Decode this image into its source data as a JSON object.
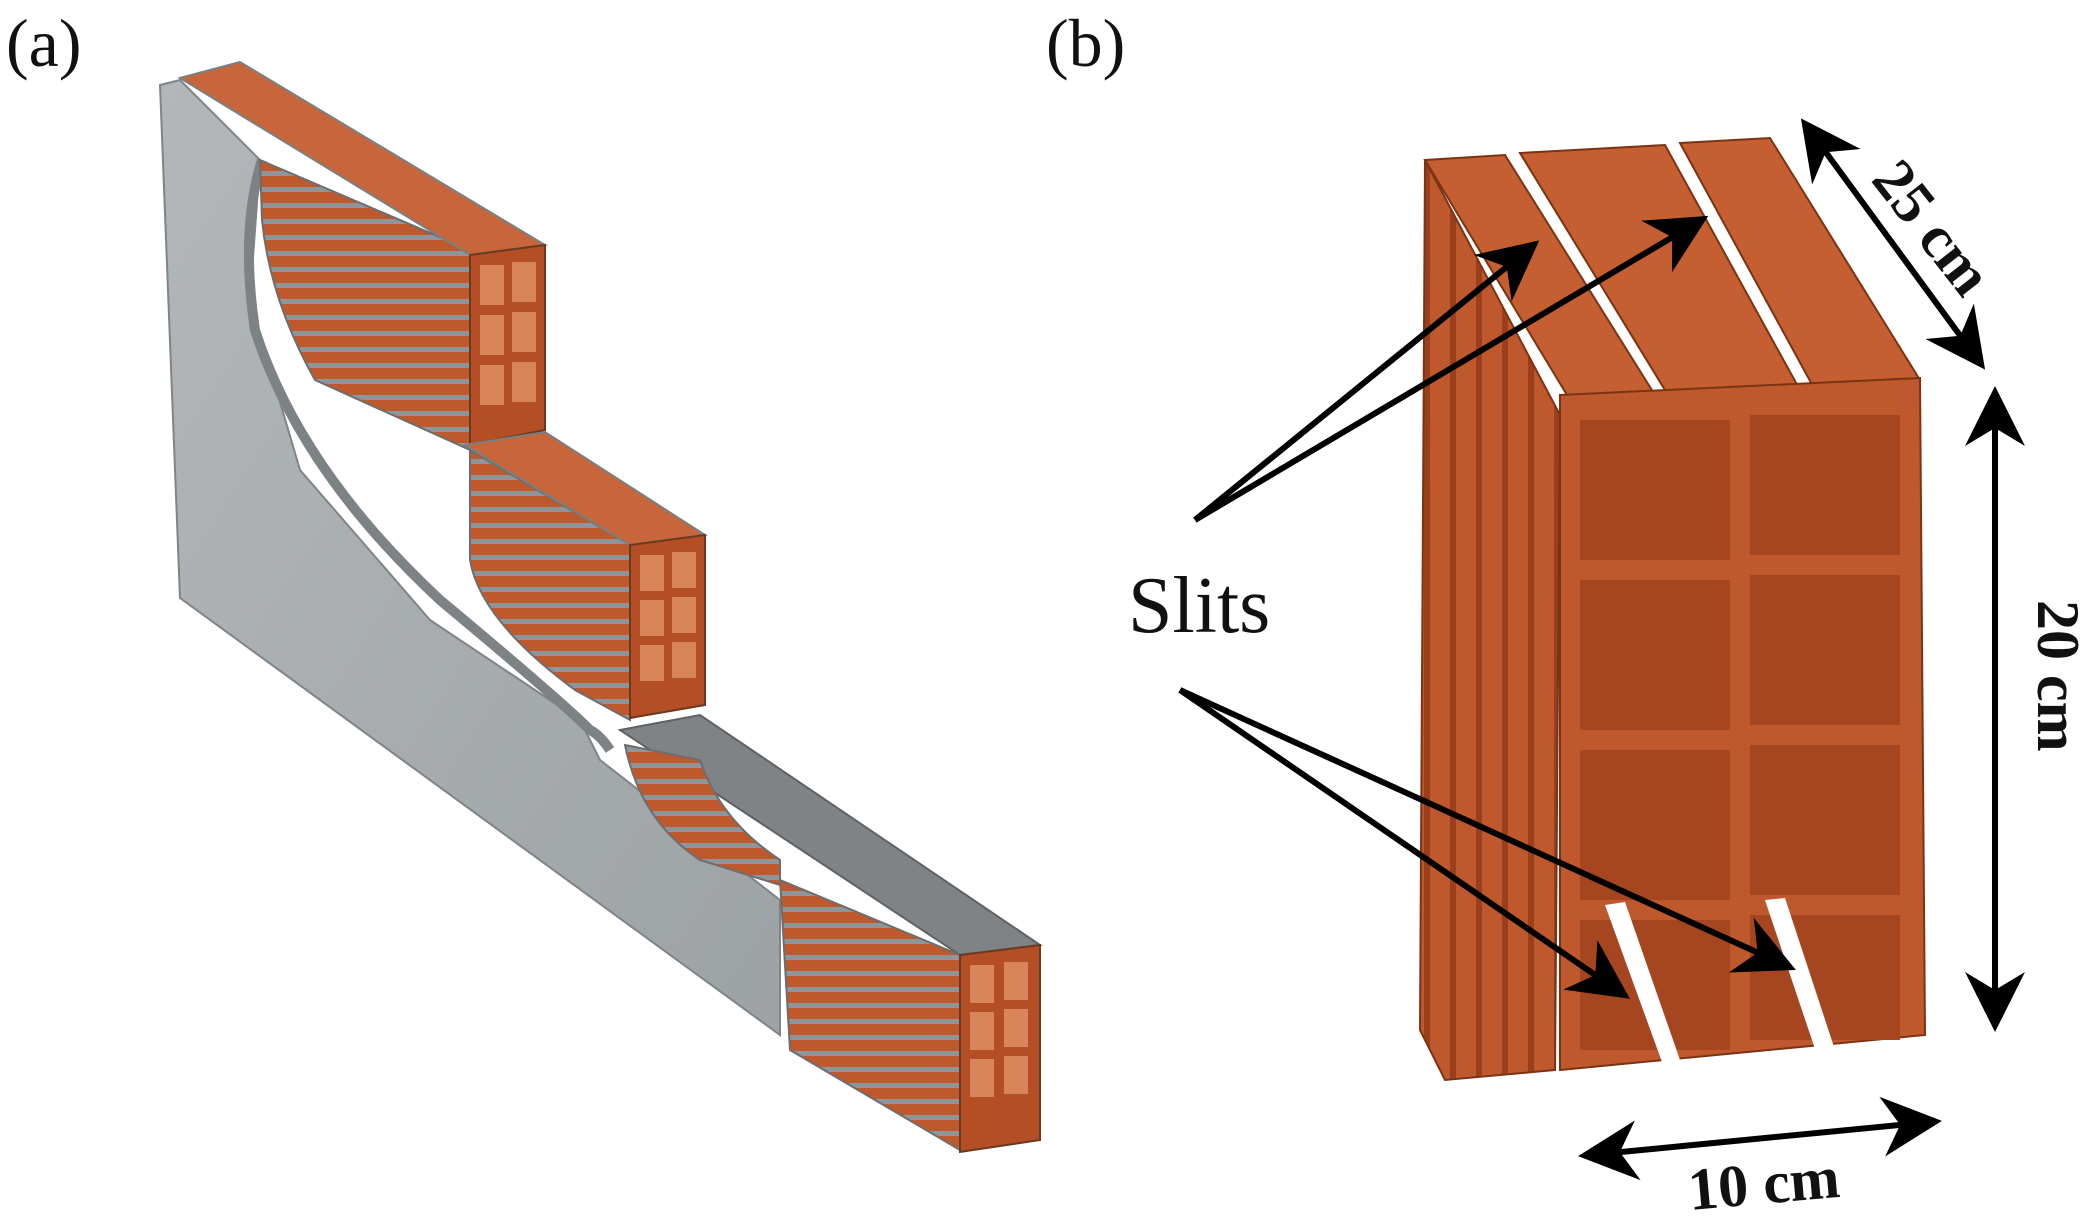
{
  "panels": {
    "a": {
      "label": "(a)"
    },
    "b": {
      "label": "(b)"
    }
  },
  "callout": {
    "text": "Slits"
  },
  "dimensions": {
    "depth": "25 cm",
    "height": "20 cm",
    "width": "10 cm"
  },
  "colors": {
    "brick": "#c0582d",
    "brick_dark": "#9a3f1c",
    "brick_light": "#d97a4a",
    "mortar": "#9aa0a4",
    "plaster": "#a9adaf",
    "plaster_dark": "#8e9396",
    "arrow": "#000000"
  }
}
